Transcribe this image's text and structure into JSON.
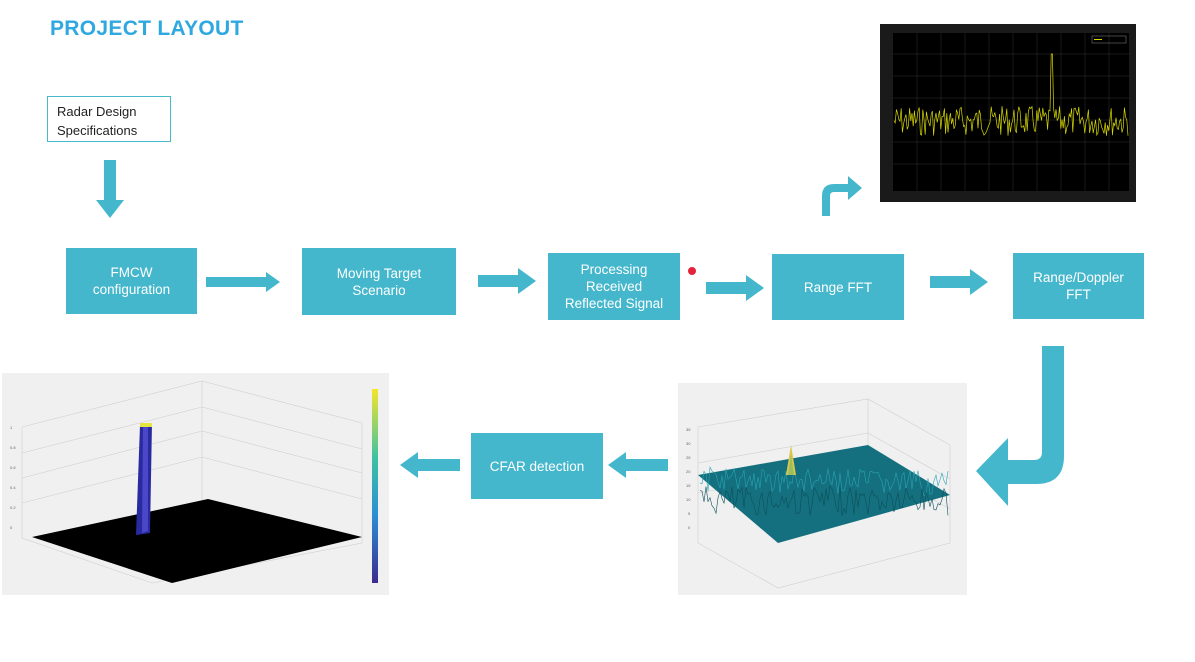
{
  "title": "PROJECT LAYOUT",
  "spec_box": "Radar Design\nSpecifications",
  "steps": {
    "fmcw": "FMCW\nconfiguration",
    "moving_target": "Moving Target\nScenario",
    "processing": "Processing\nReceived\nReflected Signal",
    "range_fft": "Range FFT",
    "range_doppler": "Range/Doppler\nFFT",
    "cfar": "CFAR detection"
  },
  "colors": {
    "accent": "#44b7cc",
    "title": "#2fa8e0",
    "marker": "#e3243b",
    "spectrum_bg": "#000000",
    "spectrum_trace": "#d8d800"
  }
}
